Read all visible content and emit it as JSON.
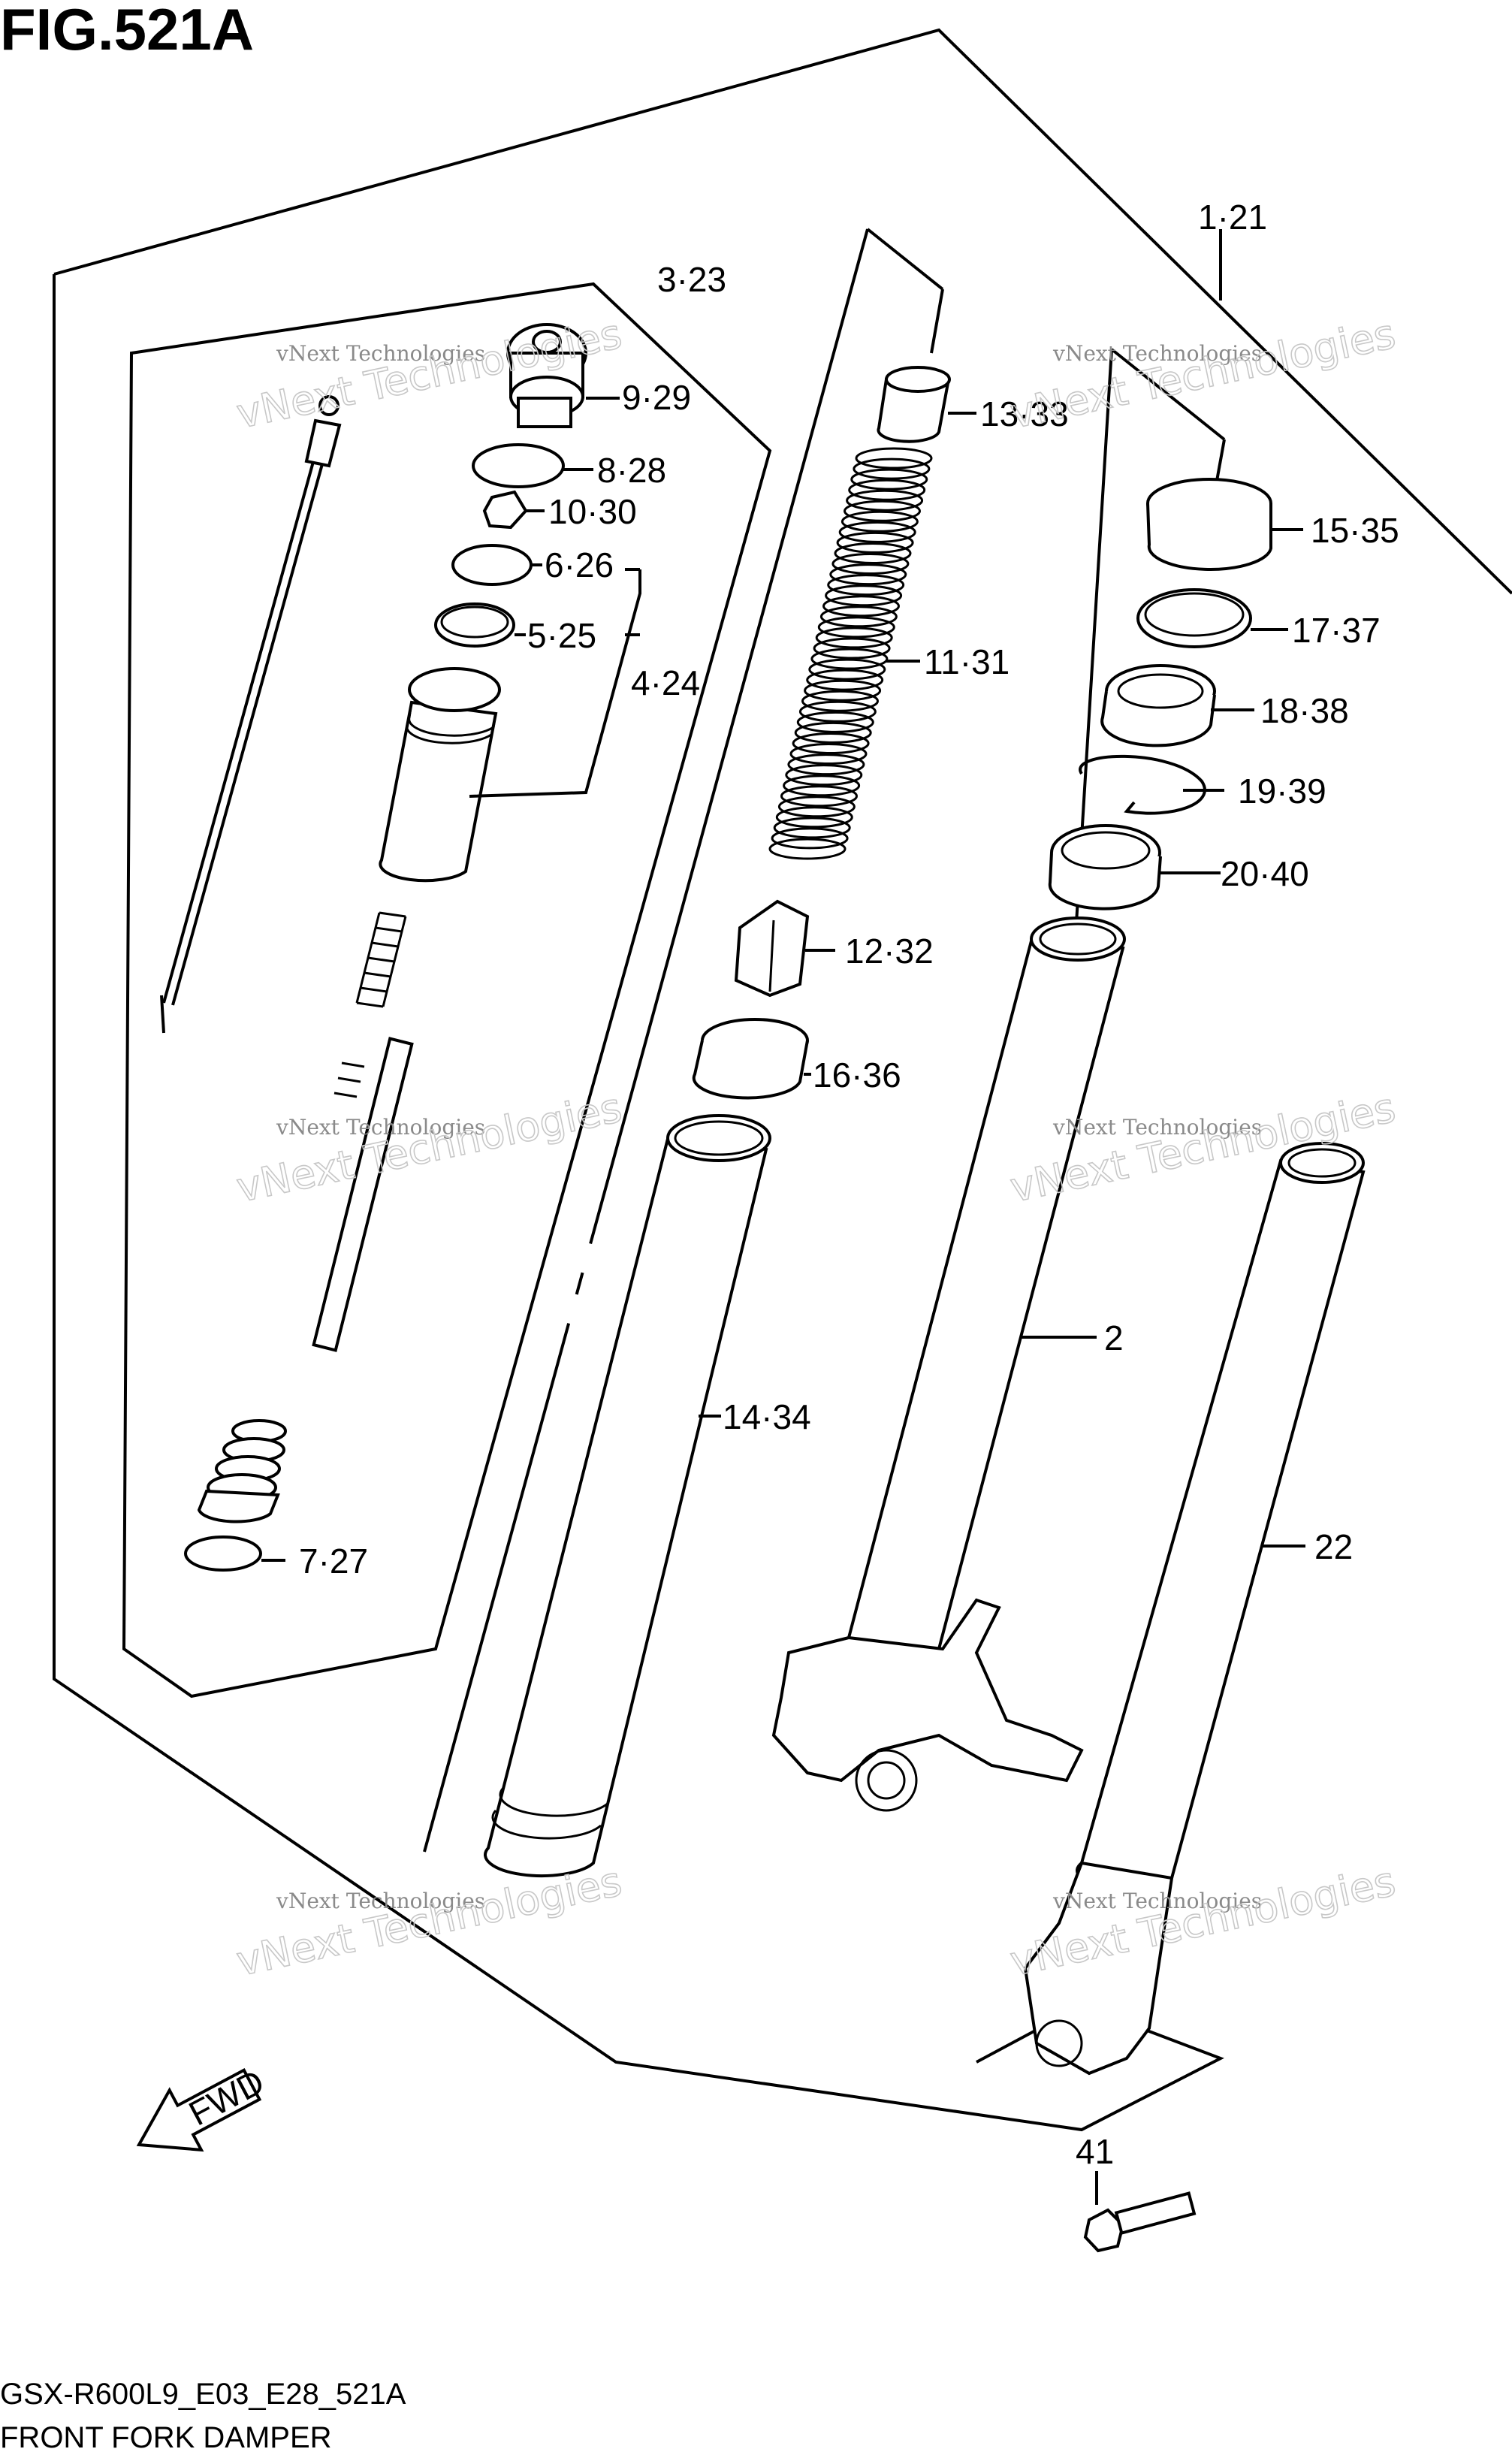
{
  "figure_title": "FIG.521A",
  "footer": {
    "code": "GSX-R600L9_E03_E28_521A",
    "name": "FRONT FORK DAMPER"
  },
  "fwd_label": "FWD",
  "watermark": {
    "line1": "vNext Technologies",
    "line2": "vNext Technologies"
  },
  "callouts": {
    "c1_21": "1·21",
    "c3_23": "3·23",
    "c9_29": "9·29",
    "c8_28": "8·28",
    "c10_30": "10·30",
    "c6_26": "6·26",
    "c5_25": "5·25",
    "c4_24": "4·24",
    "c7_27": "7·27",
    "c13_33": "13·33",
    "c11_31": "11·31",
    "c12_32": "12·32",
    "c16_36": "16·36",
    "c14_34": "14·34",
    "c15_35": "15·35",
    "c17_37": "17·37",
    "c18_38": "18·38",
    "c19_39": "19·39",
    "c20_40": "20·40",
    "c2": "2",
    "c22": "22",
    "c41": "41"
  }
}
